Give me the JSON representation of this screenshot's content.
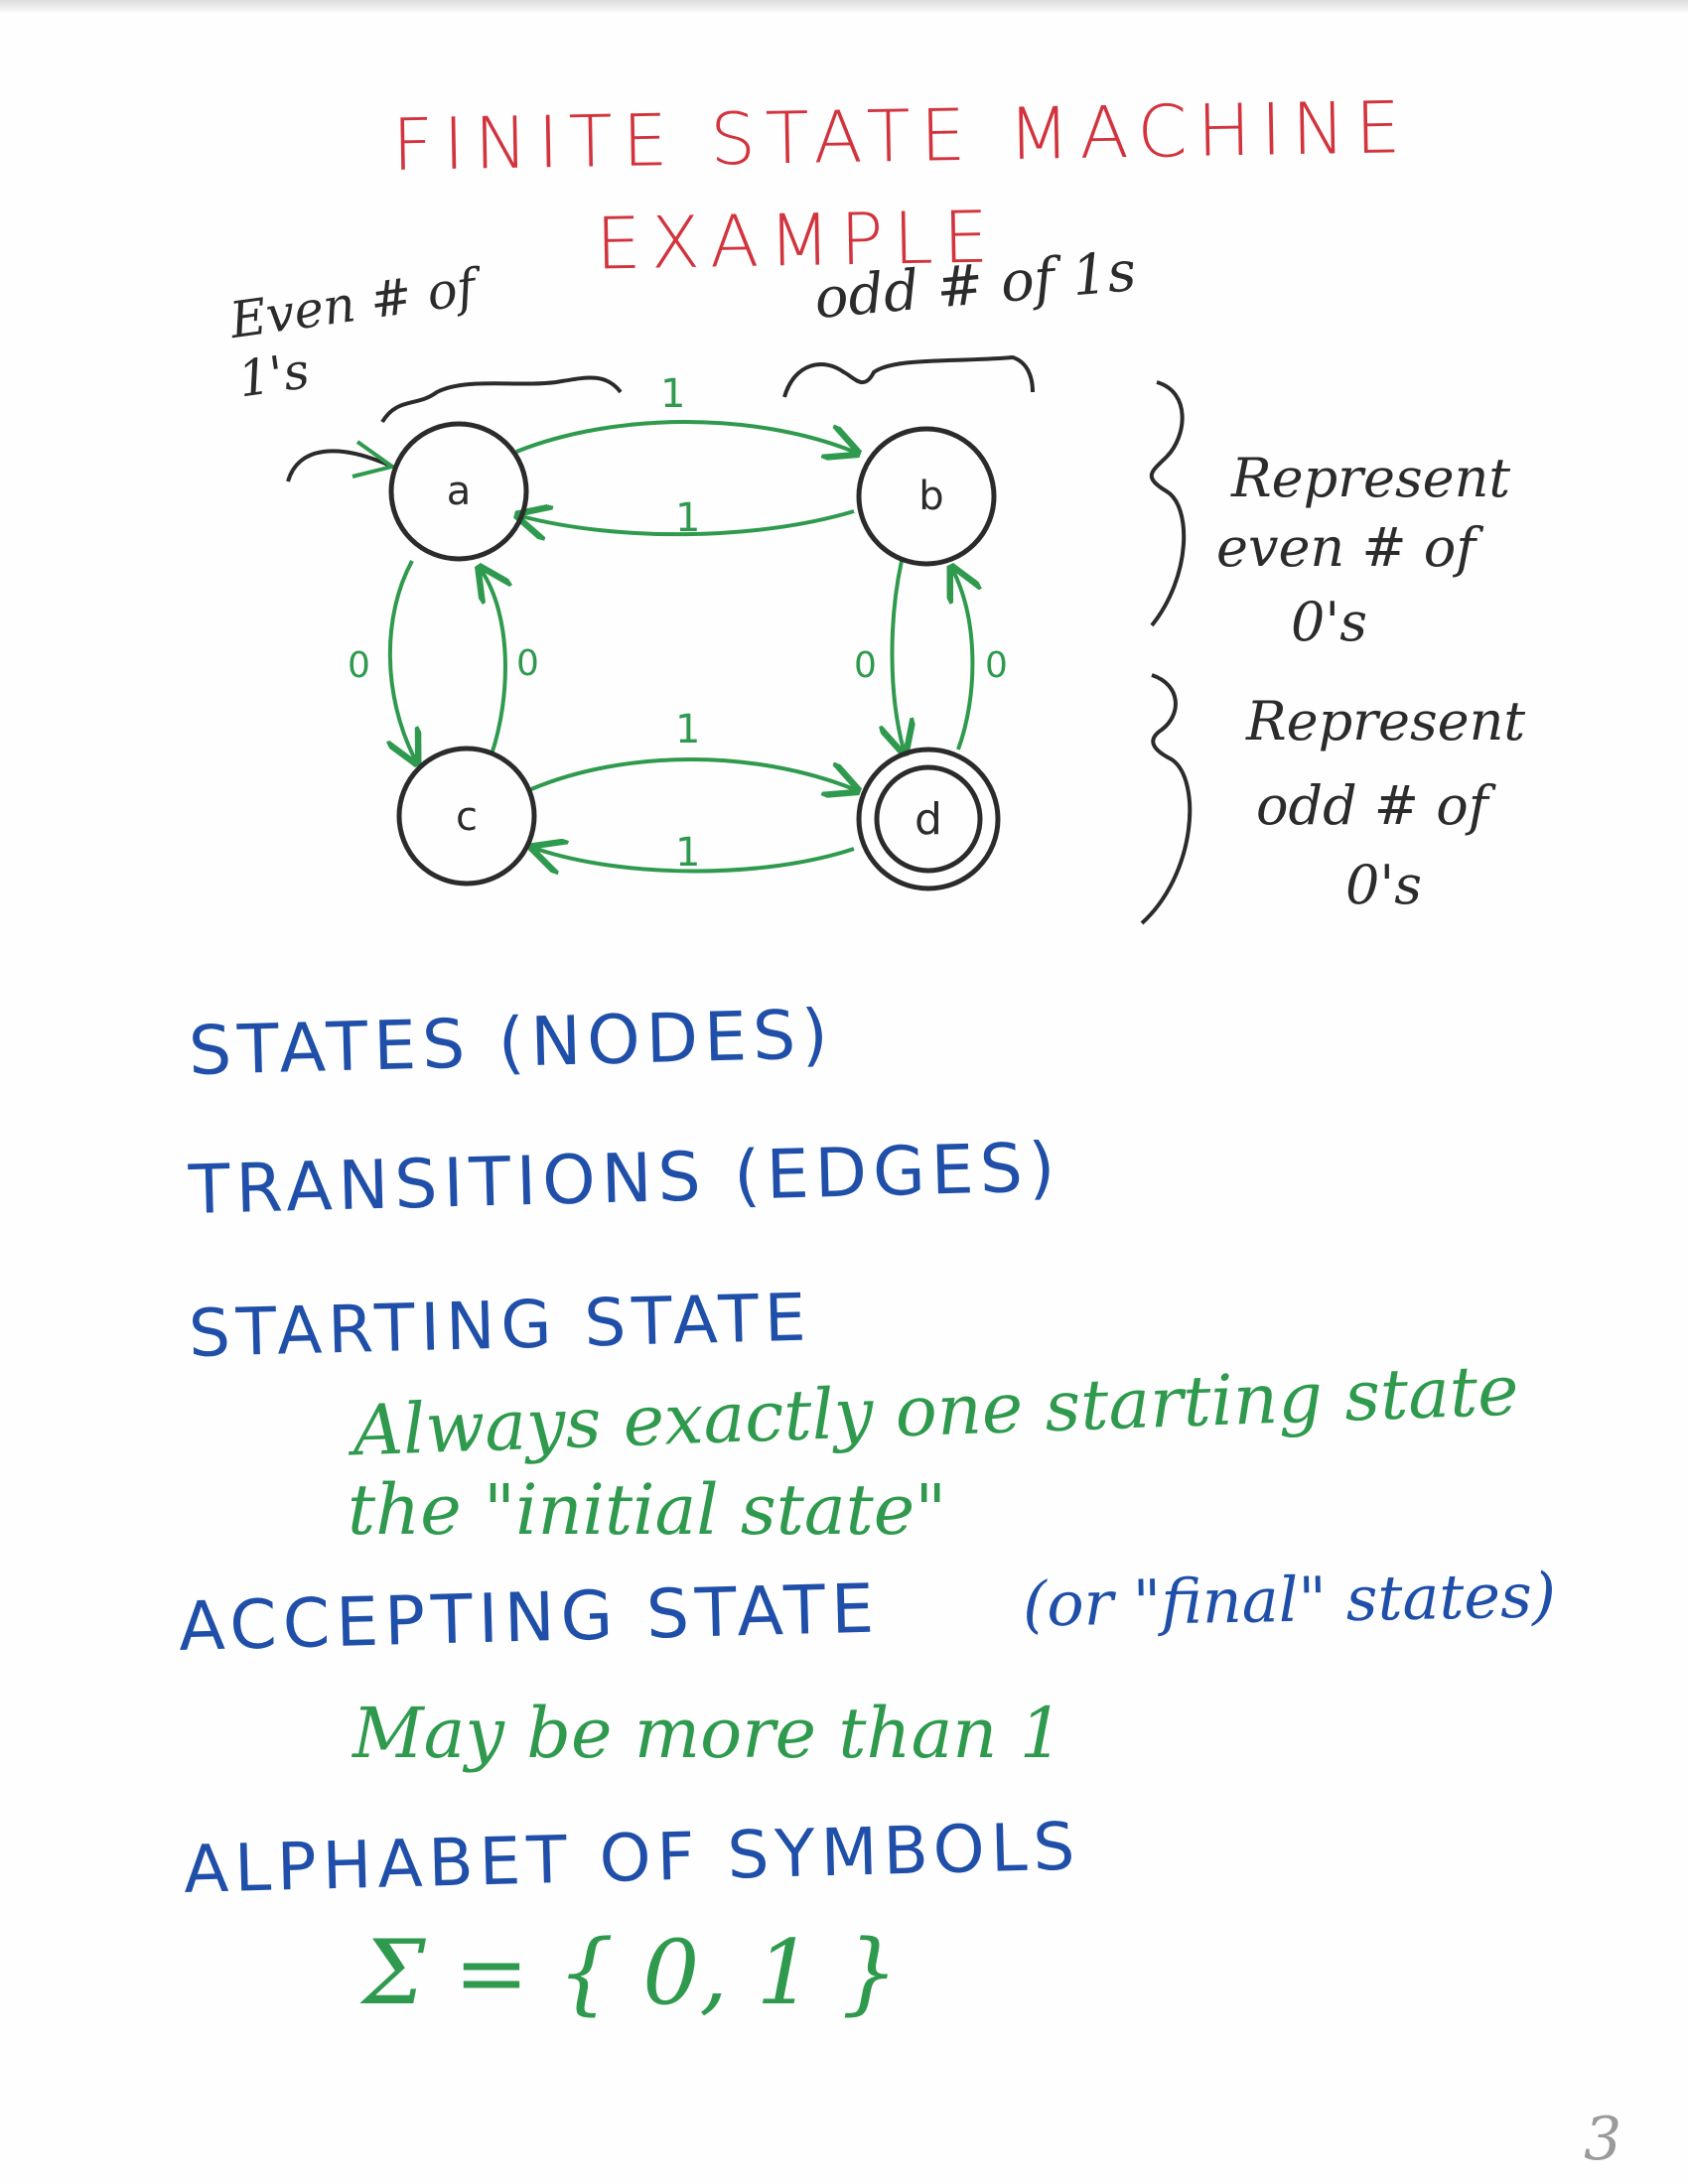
{
  "colors": {
    "title": "#d2333d",
    "ink_black": "#2b2b2b",
    "ink_green": "#2f9a4e",
    "ink_blue": "#1f4fa8"
  },
  "title": {
    "line1": "Finite State Machine",
    "line2": "Example"
  },
  "diagram": {
    "annotation_even_ones": "Even # of 1's",
    "annotation_odd_ones": "odd # of 1s",
    "states": [
      {
        "id": "a",
        "label": "a",
        "start": true,
        "accepting": false
      },
      {
        "id": "b",
        "label": "b",
        "start": false,
        "accepting": false
      },
      {
        "id": "c",
        "label": "c",
        "start": false,
        "accepting": false
      },
      {
        "id": "d",
        "label": "d",
        "start": false,
        "accepting": true
      }
    ],
    "transitions": [
      {
        "from": "a",
        "to": "b",
        "symbol": "1"
      },
      {
        "from": "b",
        "to": "a",
        "symbol": "1"
      },
      {
        "from": "c",
        "to": "d",
        "symbol": "1"
      },
      {
        "from": "d",
        "to": "c",
        "symbol": "1"
      },
      {
        "from": "a",
        "to": "c",
        "symbol": "0"
      },
      {
        "from": "c",
        "to": "a",
        "symbol": "0"
      },
      {
        "from": "b",
        "to": "d",
        "symbol": "0"
      },
      {
        "from": "d",
        "to": "b",
        "symbol": "0"
      }
    ],
    "brace_top_line1": "Represent",
    "brace_top_line2": "even # of",
    "brace_top_line3": "0's",
    "brace_bottom_line1": "Represent",
    "brace_bottom_line2": "odd # of",
    "brace_bottom_line3": "0's"
  },
  "notes": {
    "states": "States (Nodes)",
    "transitions": "Transitions (Edges)",
    "starting_state": "Starting State",
    "starting_line1": "Always exactly one starting state",
    "starting_line2": "the \"initial state\"",
    "accepting_state": "Accepting State",
    "accepting_paren": "(or \"final\" states)",
    "accepting_line1": "May be more than 1",
    "alphabet": "Alphabet of Symbols",
    "alphabet_def": "Σ = { 0, 1 }"
  },
  "page_number": "3"
}
